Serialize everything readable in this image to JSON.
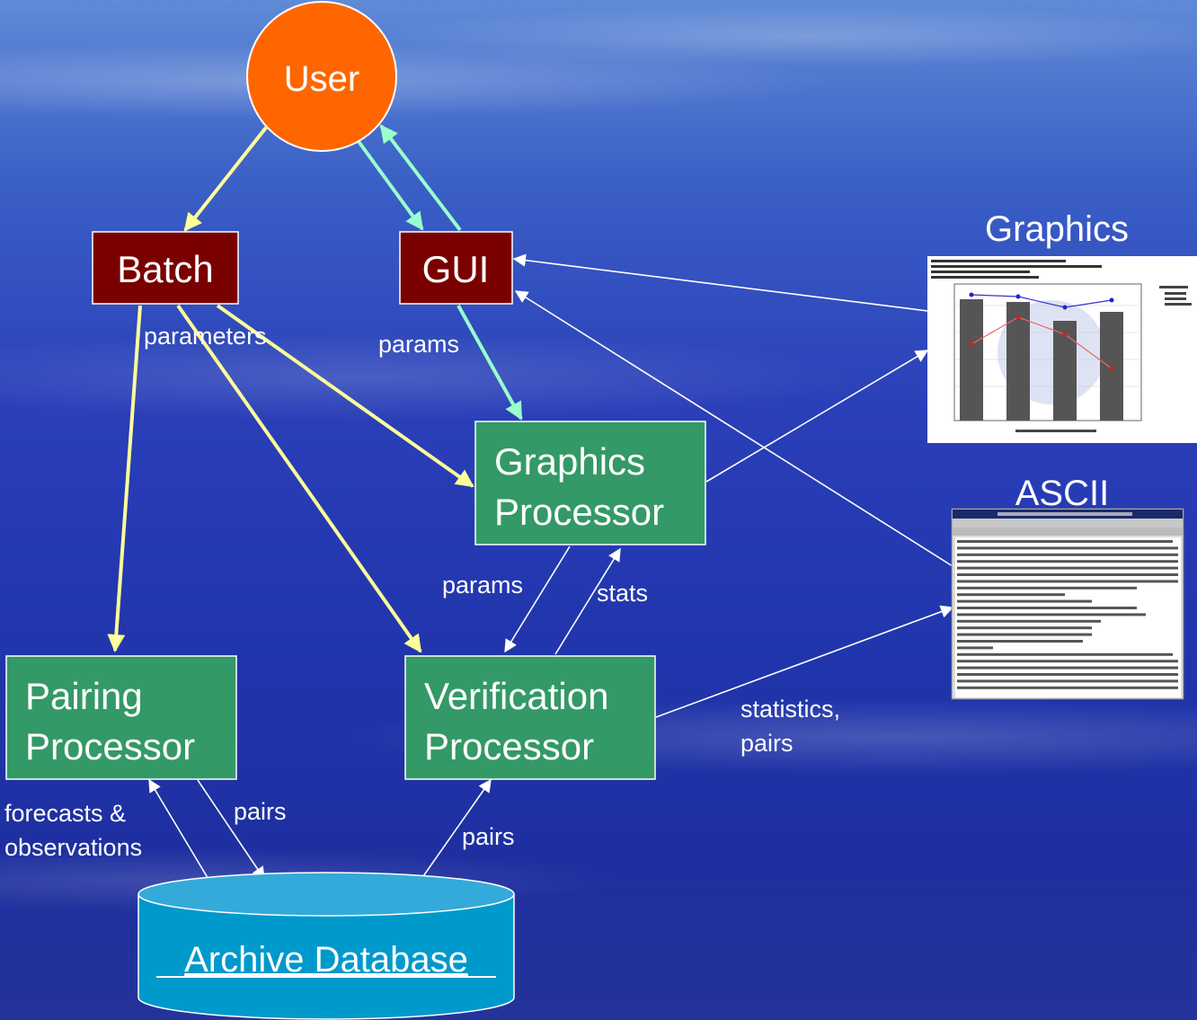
{
  "nodes": {
    "user": "User",
    "batch": "Batch",
    "gui": "GUI",
    "graphics_processor": [
      "Graphics",
      "Processor"
    ],
    "pairing_processor": [
      "Pairing",
      "Processor"
    ],
    "verification_processor": [
      "Verification",
      "Processor"
    ],
    "archive_database": "Archive Database"
  },
  "edge_labels": {
    "batch_parameters": "parameters",
    "gui_params": "params",
    "graphics_to_verification_params": "params",
    "verification_to_graphics_stats": "stats",
    "verification_outputs": [
      "statistics,",
      "pairs"
    ],
    "db_to_pairing": [
      "forecasts &",
      "observations"
    ],
    "pairing_to_db": "pairs",
    "db_to_verification": "pairs"
  },
  "outputs": {
    "graphics_title": "Graphics",
    "ascii_title": "ASCII"
  },
  "colors": {
    "user_node": "#ff6600",
    "control_node": "#7a0000",
    "processor_node": "#339966",
    "database": "#1aa0cf",
    "batch_arrow": "#ffff99",
    "gui_arrow": "#99ffcc",
    "data_arrow": "#ffffff"
  }
}
